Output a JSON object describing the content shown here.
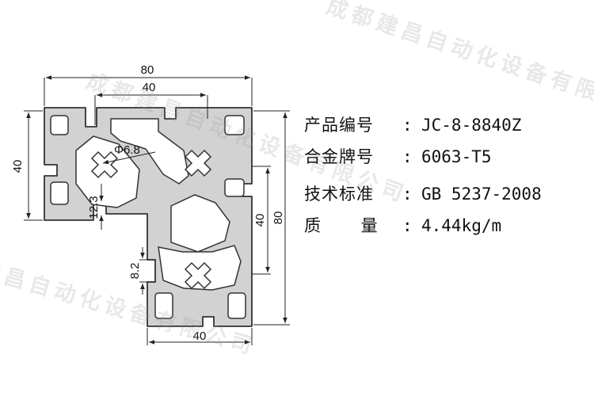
{
  "specs": [
    {
      "label": "产品编号",
      "value": "JC-8-8840Z"
    },
    {
      "label": "合金牌号",
      "value": "6063-T5"
    },
    {
      "label": "技术标准",
      "value": "GB 5237-2008"
    },
    {
      "label": "质    量",
      "value": "4.44kg/m"
    }
  ],
  "dimensions": {
    "top_width": "80",
    "top_inner": "40",
    "left_height": "40",
    "right_height": "80",
    "inner_height": "40",
    "bottom_width": "40",
    "slot_height": "12.3",
    "slot_width": "8.2",
    "hole_diameter": "Φ6.8"
  },
  "watermark": {
    "line1": "成都建昌自动化设备有限公司",
    "line2": "成都建昌自动化设备有限公司",
    "line3": "建昌自动化设备有限公司"
  },
  "colors": {
    "profile_fill": "#d2d2d2",
    "profile_stroke": "#333333",
    "dimension_line": "#222222"
  }
}
